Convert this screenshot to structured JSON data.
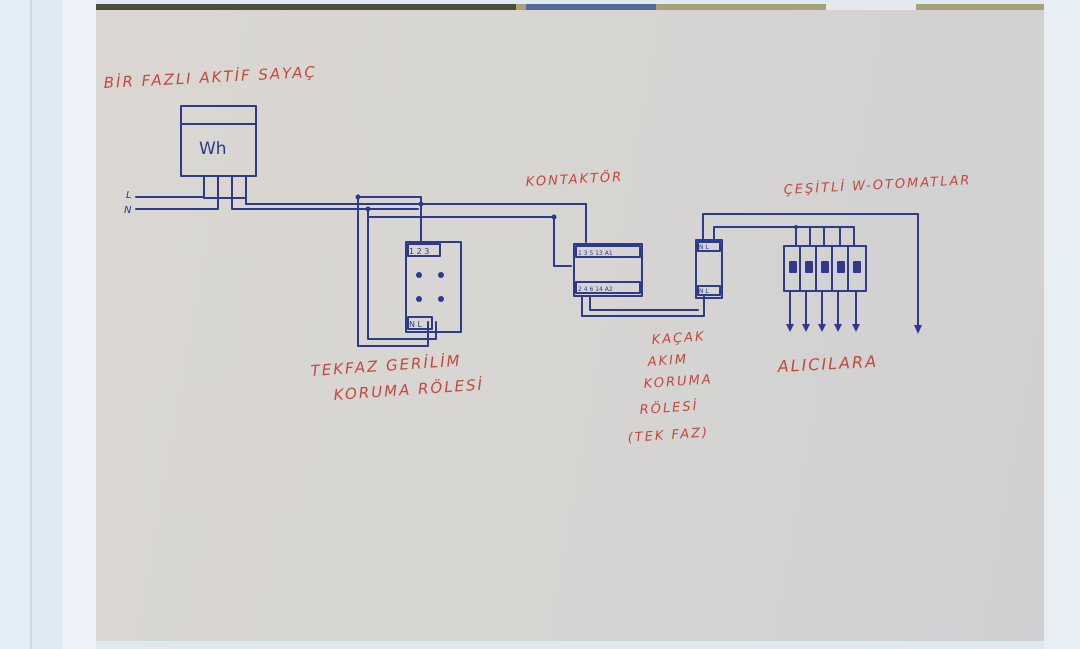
{
  "labels": {
    "meter_title": "BİR FAZLI AKTİF SAYAÇ",
    "meter_unit": "Wh",
    "line_l": "L",
    "line_n": "N",
    "contactor": "KONTAKTÖR",
    "breakers": "ÇEŞİTLİ W-OTOMATLAR",
    "voltage_relay_1": "TEKFAZ GERİLİM",
    "voltage_relay_2": "KORUMA RÖLESİ",
    "leakage_1": "KAÇAK",
    "leakage_2": "AKIM",
    "leakage_3": "KORUMA",
    "leakage_4": "RÖLESİ",
    "leakage_5": "(TEK FAZ)",
    "loads": "ALICILARA"
  },
  "relay_terminals": {
    "top": "1 2 3",
    "bottom": "N L"
  },
  "rcd_terminals": {
    "top": "N L",
    "bottom": "N L"
  },
  "contactor_terminals": {
    "top": "1 3 5 13 A1",
    "bottom": "2 4 6 14 A2"
  },
  "colors": {
    "ink_blue": "#2f3a8c",
    "ink_red": "#c5473d",
    "paper": "#d8d6d2"
  }
}
